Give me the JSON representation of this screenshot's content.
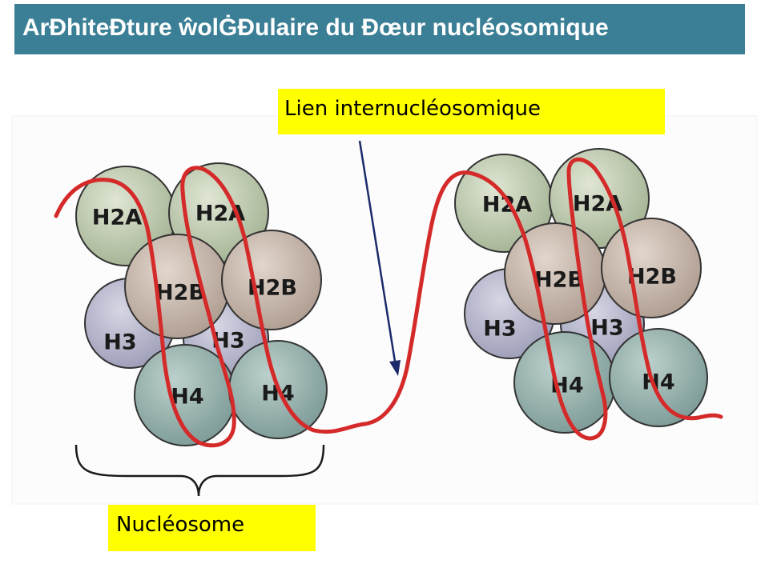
{
  "title": "ArĐhiteĐture ŵolĠĐulaire du Đœur nucléosomique",
  "labels": {
    "linker": "Lien internucléosomique",
    "nucleosome": "Nucléosome"
  },
  "histones": {
    "h2a": "H2A",
    "h2b": "H2B",
    "h3": "H3",
    "h4": "H4"
  },
  "colors": {
    "title_bar": "#3a7f95",
    "label_background": "#ffff00",
    "dna": "#d42a2a",
    "arrow": "#1b2a6b",
    "h2a": "#b8c4a4",
    "h2b": "#c4b4a8",
    "h3": "#aeaec6",
    "h4": "#8eaaa6"
  }
}
